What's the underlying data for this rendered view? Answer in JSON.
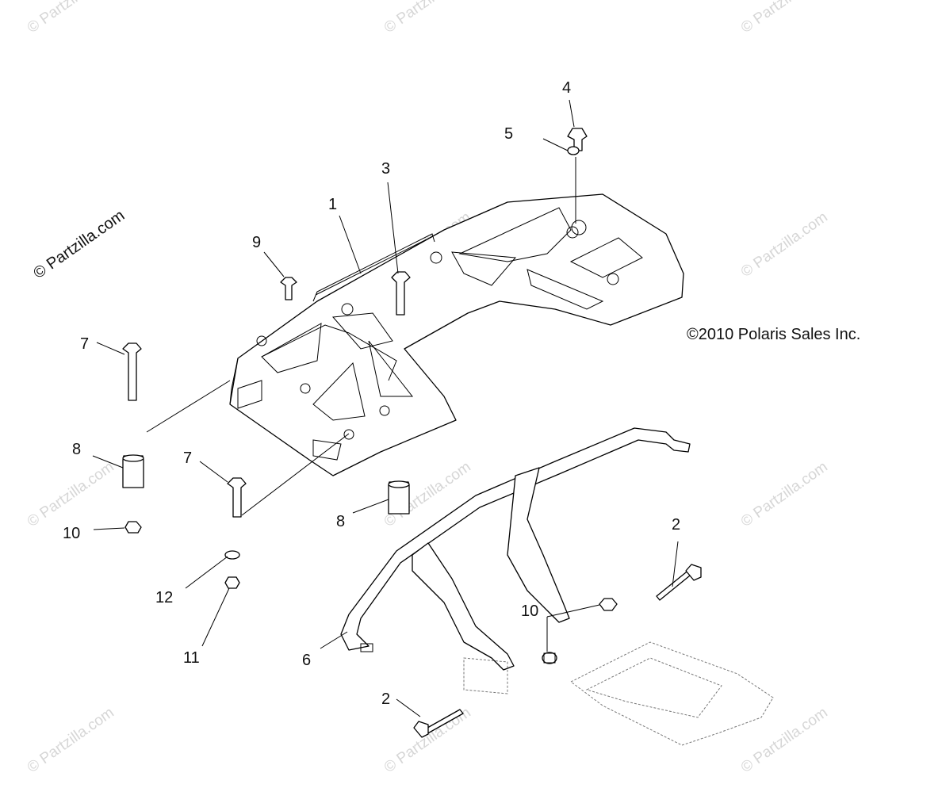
{
  "copyright_notice": "©2010 Polaris Sales Inc.",
  "watermark": {
    "primary": "© Partzilla.com",
    "faded": "© Partzilla.com"
  },
  "callouts": [
    {
      "id": "c1",
      "label": "1"
    },
    {
      "id": "c2a",
      "label": "2"
    },
    {
      "id": "c2b",
      "label": "2"
    },
    {
      "id": "c3",
      "label": "3"
    },
    {
      "id": "c4",
      "label": "4"
    },
    {
      "id": "c5",
      "label": "5"
    },
    {
      "id": "c6",
      "label": "6"
    },
    {
      "id": "c7a",
      "label": "7"
    },
    {
      "id": "c7b",
      "label": "7"
    },
    {
      "id": "c8a",
      "label": "8"
    },
    {
      "id": "c8b",
      "label": "8"
    },
    {
      "id": "c9",
      "label": "9"
    },
    {
      "id": "c10a",
      "label": "10"
    },
    {
      "id": "c10b",
      "label": "10"
    },
    {
      "id": "c11",
      "label": "11"
    },
    {
      "id": "c12",
      "label": "12"
    }
  ]
}
